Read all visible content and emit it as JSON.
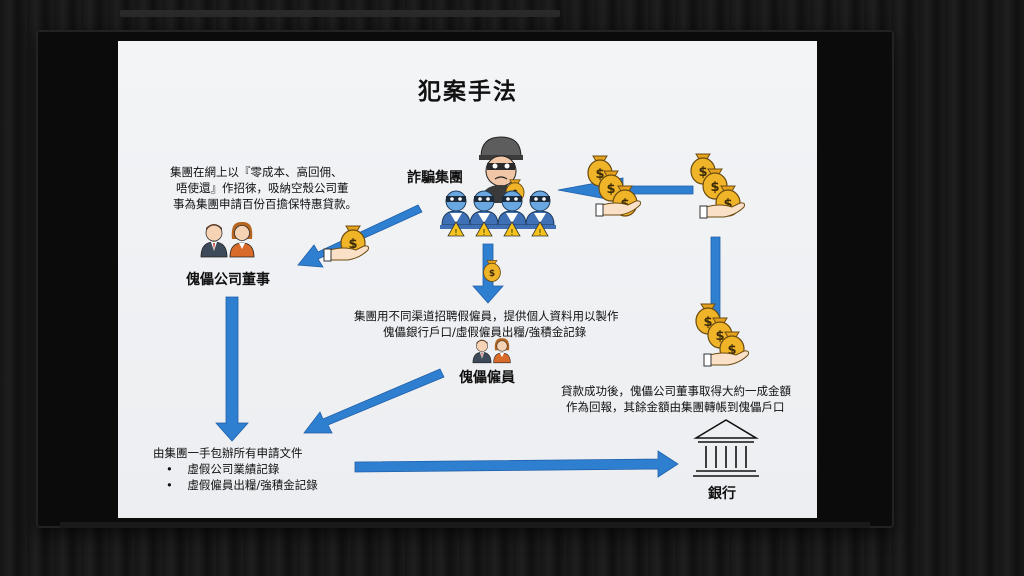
{
  "slide": {
    "title": "犯案手法",
    "syndicate_label": "詐騙集團",
    "recruit_text_line1": "集團在網上以『零成本、高回佣、",
    "recruit_text_line2": "唔使還』作招徠，吸納空殼公司董",
    "recruit_text_line3": "事為集團申請百份百擔保特惠貸款。",
    "puppet_director_label": "傀儡公司董事",
    "employee_text_line1": "集團用不同渠道招聘假僱員，提供個人資料用以製作",
    "employee_text_line2": "傀儡銀行戶口/虛假僱員出糧/強積金記錄",
    "puppet_employee_label": "傀儡僱員",
    "loan_text_line1": "貸款成功後，傀儡公司董事取得大約一成金額",
    "loan_text_line2": "作為回報，其餘金額由集團轉帳到傀儡戶口",
    "docs_heading": "由集團一手包辦所有申請文件",
    "docs_bullets": [
      "虛假公司業績記錄",
      "虛假僱員出糧/強積金記錄"
    ],
    "bank_label": "銀行",
    "money_symbol": "$"
  },
  "colors": {
    "arrow": "#2f7fd1",
    "money_bag": "#f0b429",
    "slide_bg": "#eef0f3"
  }
}
